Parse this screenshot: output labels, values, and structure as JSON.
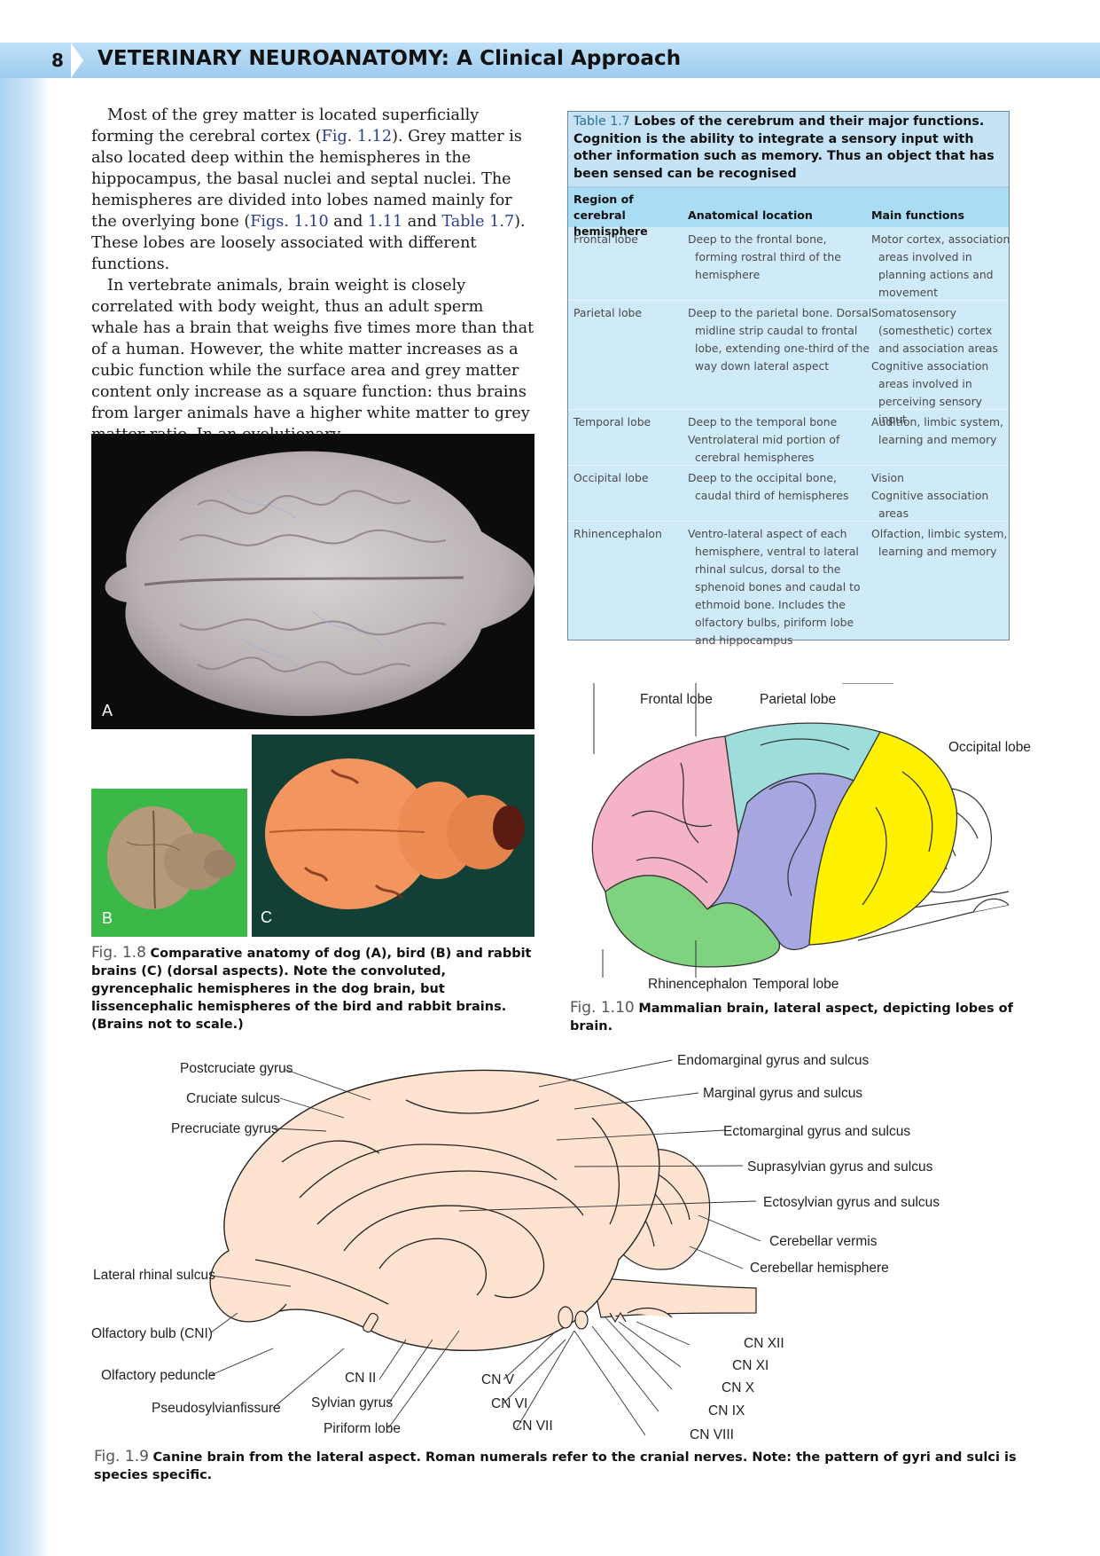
{
  "header": {
    "page_number": "8",
    "title": "VETERINARY NEUROANATOMY: A Clinical Approach"
  },
  "body": {
    "p1_a": "Most of the grey matter is located superficially forming the cerebral cortex (",
    "p1_ref1": "Fig. 1.12",
    "p1_b": "). Grey matter is also located deep within the hemispheres in the hippocampus, the basal nuclei and septal nuclei. The hemispheres are divided into lobes named mainly for the overlying bone (",
    "p1_ref2": "Figs. 1.10",
    "p1_c": " and ",
    "p1_ref3": "1.11",
    "p1_d": " and ",
    "p1_ref4": "Table 1.7",
    "p1_e": "). These lobes are loosely associated with different functions.",
    "p2": "In vertebrate animals, brain weight is closely correlated with body weight, thus an adult sperm whale has a brain that weighs five times more than that of a human. However, the white matter increases as a cubic function while the surface area and grey matter content only increase as a square function: thus brains from larger animals have a higher white matter to grey matter ratio. In an evolutionary"
  },
  "table": {
    "number": "Table 1.7",
    "caption": "Lobes of the cerebrum and their major functions. Cognition is the ability to integrate a sensory input with other information such as memory. Thus an object that has been sensed can be recognised",
    "headers": [
      "Region of cerebral hemisphere",
      "Anatomical location",
      "Main functions"
    ],
    "rows": [
      {
        "region": "Frontal lobe",
        "location": [
          "Deep to the frontal bone, forming rostral third of the hemisphere"
        ],
        "functions": [
          "Motor cortex, association areas involved in planning actions and movement"
        ]
      },
      {
        "region": "Parietal lobe",
        "location": [
          "Deep to the parietal bone. Dorsal midline strip caudal to frontal lobe, extending one-third of the way down lateral aspect"
        ],
        "functions": [
          "Somatosensory (somesthetic) cortex and association areas",
          "Cognitive association areas involved in perceiving sensory input"
        ]
      },
      {
        "region": "Temporal lobe",
        "location": [
          "Deep to the temporal bone",
          "Ventrolateral mid portion of cerebral hemispheres"
        ],
        "functions": [
          "Audition, limbic system, learning and memory"
        ]
      },
      {
        "region": "Occipital lobe",
        "location": [
          "Deep to the occipital bone, caudal third of hemispheres"
        ],
        "functions": [
          "Vision",
          "Cognitive association areas"
        ]
      },
      {
        "region": "Rhinencephalon",
        "location": [
          "Ventro-lateral aspect of each hemisphere, ventral to lateral rhinal sulcus, dorsal to the sphenoid bones and caudal to ethmoid bone. Includes the olfactory bulbs, piriform lobe and hippocampus"
        ],
        "functions": [
          "Olfaction, limbic system, learning and memory"
        ]
      }
    ]
  },
  "fig18": {
    "labels": {
      "a": "A",
      "b": "B",
      "c": "C"
    },
    "number": "Fig. 1.8",
    "caption": "Comparative anatomy of dog (A), bird (B) and rabbit brains (C) (dorsal aspects). Note the convoluted, gyrencephalic hemispheres in the dog brain, but lissencephalic hemispheres of the bird and rabbit brains. (Brains not to scale.)"
  },
  "fig110": {
    "labels": {
      "frontal": "Frontal lobe",
      "parietal": "Parietal lobe",
      "occipital": "Occipital lobe",
      "rhinencephalon": "Rhinencephalon",
      "temporal": "Temporal lobe"
    },
    "colors": {
      "frontal": "#f4b3c6",
      "parietal": "#9fdcdc",
      "occipital": "#fff200",
      "temporal": "#a6a6e0",
      "rhinencephalon": "#7fd27f"
    },
    "number": "Fig. 1.10",
    "caption": "Mammalian brain, lateral aspect, depicting lobes of brain."
  },
  "fig19": {
    "labels": {
      "postcruciate": "Postcruciate gyrus",
      "cruciate": "Cruciate sulcus",
      "precruciate": "Precruciate gyrus",
      "lateral_rhinal": "Lateral rhinal sulcus",
      "olfactory_bulb": "Olfactory bulb (CNI)",
      "olfactory_peduncle": "Olfactory peduncle",
      "pseudosylvian": "Pseudosylvianfissure",
      "cn2": "CN II",
      "sylvian": "Sylvian gyrus",
      "piriform": "Piriform lobe",
      "cn5": "CN V",
      "cn6": "CN VI",
      "cn7": "CN VII",
      "endomarginal": "Endomarginal gyrus and sulcus",
      "marginal": "Marginal gyrus and sulcus",
      "ectomarginal": "Ectomarginal gyrus and sulcus",
      "suprasylvian": "Suprasylvian gyrus and sulcus",
      "ectosylvian": "Ectosylvian gyrus and sulcus",
      "cerebellar_vermis": "Cerebellar vermis",
      "cerebellar_hemisphere": "Cerebellar hemisphere",
      "cn12": "CN XII",
      "cn11": "CN XI",
      "cn10": "CN X",
      "cn9": "CN IX",
      "cn8": "CN VIII"
    },
    "number": "Fig. 1.9",
    "caption": "Canine brain from the lateral aspect. Roman numerals refer to the cranial nerves. Note: the pattern of gyri and sulci is species specific."
  }
}
